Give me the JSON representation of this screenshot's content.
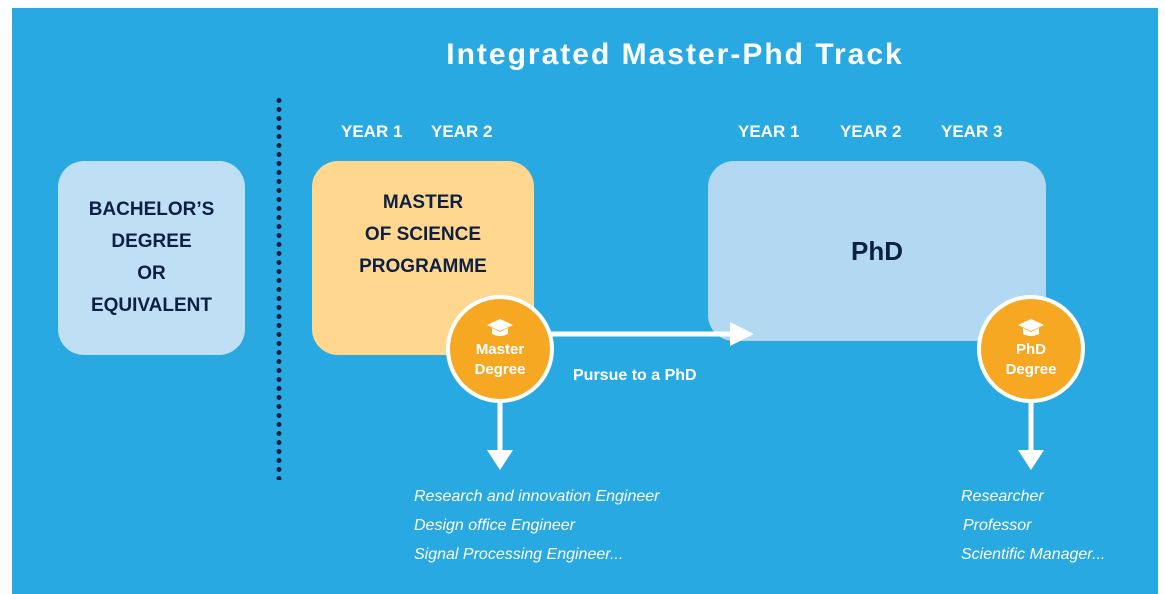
{
  "title": "Integrated Master-Phd Track",
  "master_years": [
    "YEAR 1",
    "YEAR 2"
  ],
  "phd_years": [
    "YEAR 1",
    "YEAR 2",
    "YEAR 3"
  ],
  "bachelor_box": {
    "lines": [
      "BACHELOR’S",
      "DEGREE",
      "OR",
      "EQUIVALENT"
    ]
  },
  "master_box": {
    "lines": [
      "MASTER",
      "OF SCIENCE",
      "PROGRAMME"
    ]
  },
  "phd_box": {
    "label": "PhD"
  },
  "master_badge": {
    "line1": "Master",
    "line2": "Degree",
    "icon": "graduation-cap-icon"
  },
  "phd_badge": {
    "line1": "PhD",
    "line2": "Degree",
    "icon": "graduation-cap-icon"
  },
  "arrow_label": "Pursue to a PhD",
  "master_careers": [
    "Research and innovation Engineer",
    "Design office Engineer",
    "Signal Processing Engineer..."
  ],
  "phd_careers": [
    "Researcher",
    "Professor",
    "Scientific Manager..."
  ],
  "colors": {
    "background": "#29a9e1",
    "master_box": "#ffd78f",
    "bachelor_box": "#bfdff5",
    "phd_box": "#b3d9f2",
    "badge": "#f7a823",
    "text_dark": "#0e1f44"
  }
}
